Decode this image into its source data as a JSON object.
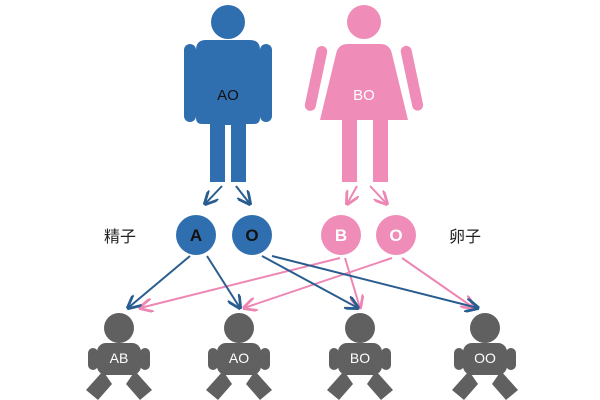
{
  "colors": {
    "male": "#2f6fb0",
    "female": "#f08cb8",
    "baby": "#606060",
    "arrow_male": "#2a5d8f",
    "arrow_female": "#ee86b4"
  },
  "parents": {
    "father": {
      "icon": "male-figure-icon",
      "label": "AO"
    },
    "mother": {
      "icon": "female-figure-icon",
      "label": "BO"
    }
  },
  "labels": {
    "sperm": "精子",
    "egg": "卵子"
  },
  "gametes": {
    "sperm": [
      "A",
      "O"
    ],
    "egg": [
      "B",
      "O"
    ]
  },
  "offspring": [
    {
      "icon": "baby-figure-icon",
      "label": "AB"
    },
    {
      "icon": "baby-figure-icon",
      "label": "AO"
    },
    {
      "icon": "baby-figure-icon",
      "label": "BO"
    },
    {
      "icon": "baby-figure-icon",
      "label": "OO"
    }
  ]
}
